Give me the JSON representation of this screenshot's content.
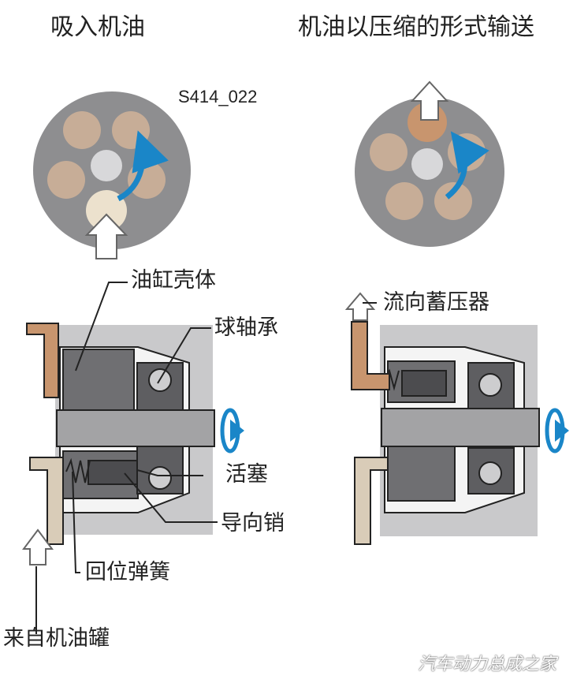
{
  "titles": {
    "left": "吸入机油",
    "right": "机油以压缩的形式输送"
  },
  "figure_code": "S414_022",
  "labels": {
    "cylinder_housing": "油缸壳体",
    "ball_bearing": "球轴承",
    "piston": "活塞",
    "guide_pin": "导向销",
    "return_spring": "回位弹簧",
    "from_tank": "来自机油罐",
    "to_accumulator": "流向蓄压器"
  },
  "watermark": "汽车动力总成之家",
  "colors": {
    "disc": "#8e8e90",
    "housing_frame": "#c9c9cb",
    "shaft": "#a3a3a5",
    "cylinder": "#6f6f72",
    "suction_pipe": "#d9ccb8",
    "pressure_pipe": "#c8956e",
    "rotation_arrow": "#1a86c8",
    "leader": "#222222"
  }
}
